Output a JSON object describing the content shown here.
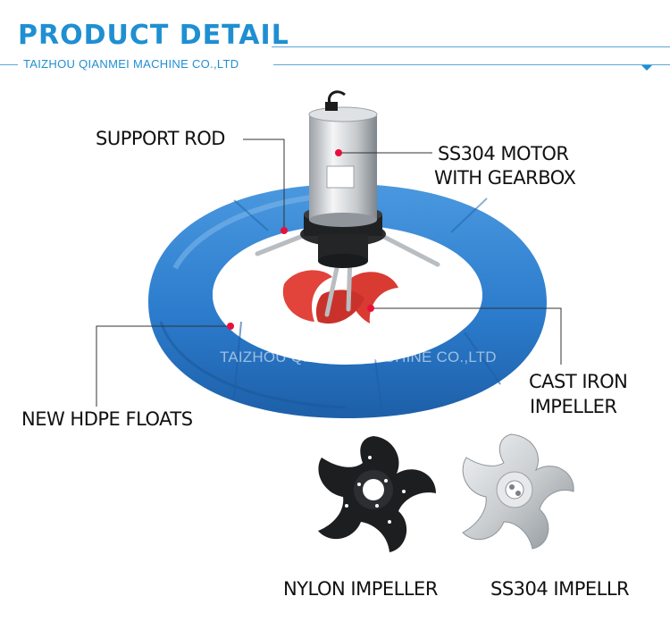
{
  "header": {
    "title": "PRODUCT DETAIL",
    "subtitle": "TAIZHOU QIANMEI MACHINE CO.,LTD"
  },
  "watermark": "TAIZHOU QIANMEI MACHINE CO.,LTD",
  "labels": {
    "support_rod": "SUPPORT ROD",
    "motor_line1": "SS304 MOTOR",
    "motor_line2": "WITH GEARBOX",
    "floats": "NEW HDPE FLOATS",
    "impeller_line1": "CAST IRON",
    "impeller_line2": "IMPELLER",
    "nylon": "NYLON IMPELLER",
    "ss304": "SS304 IMPELLR"
  },
  "colors": {
    "brand_blue": "#1f8fd2",
    "float_blue": "#2f7fcf",
    "marker_red": "#e8103a",
    "impeller_red": "#e2433a"
  }
}
